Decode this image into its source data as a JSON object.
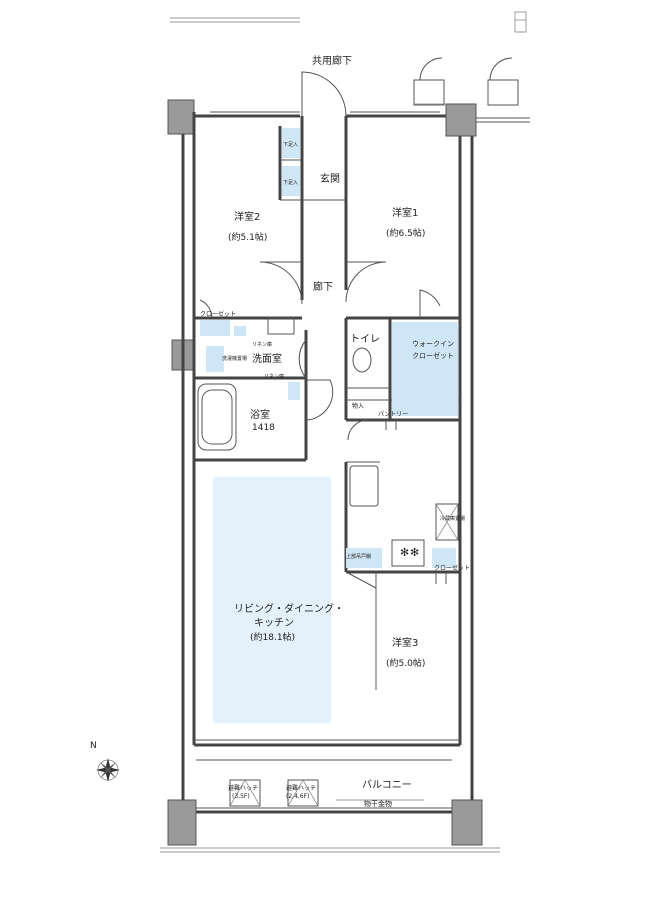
{
  "labels": {
    "corridor_shared": "共用廊下",
    "entrance": "玄関",
    "hallway": "廊下",
    "western_room_1": "洋室1",
    "western_room_1_size": "(約6.5帖)",
    "western_room_2": "洋室2",
    "western_room_2_size": "(約5.1帖)",
    "western_room_3": "洋室3",
    "western_room_3_size": "(約5.0帖)",
    "toilet": "トイレ",
    "walk_in_closet_1": "ウォークイン",
    "walk_in_closet_2": "クローゼット",
    "washroom": "洗面室",
    "bathroom": "浴室",
    "bathroom_size": "1418",
    "closet": "クローゼット",
    "pantry": "パントリー",
    "storage": "物入",
    "linen": "リネン庫",
    "ldk_1": "リビング・ダイニング・",
    "ldk_2": "キッチン",
    "ldk_size": "(約18.1帖)",
    "balcony": "バルコニー",
    "clothes_hanger": "物干金物",
    "evac_hatch_a_1": "避難ハッチ",
    "evac_hatch_a_2": "(3,5F)",
    "evac_hatch_b_1": "避難ハッチ",
    "evac_hatch_b_2": "(2,4,6F)",
    "fridge_space": "冷蔵庫置場",
    "shoe_box": "下足入",
    "washer_space": "洗濯機置場",
    "upper_cabinet": "上部吊戸棚",
    "north": "N"
  },
  "colors": {
    "wall": "#444444",
    "column": "#9a9a9a",
    "storage_blue": "#cfe6f7",
    "ldk_fill": "#e4f1fb"
  }
}
